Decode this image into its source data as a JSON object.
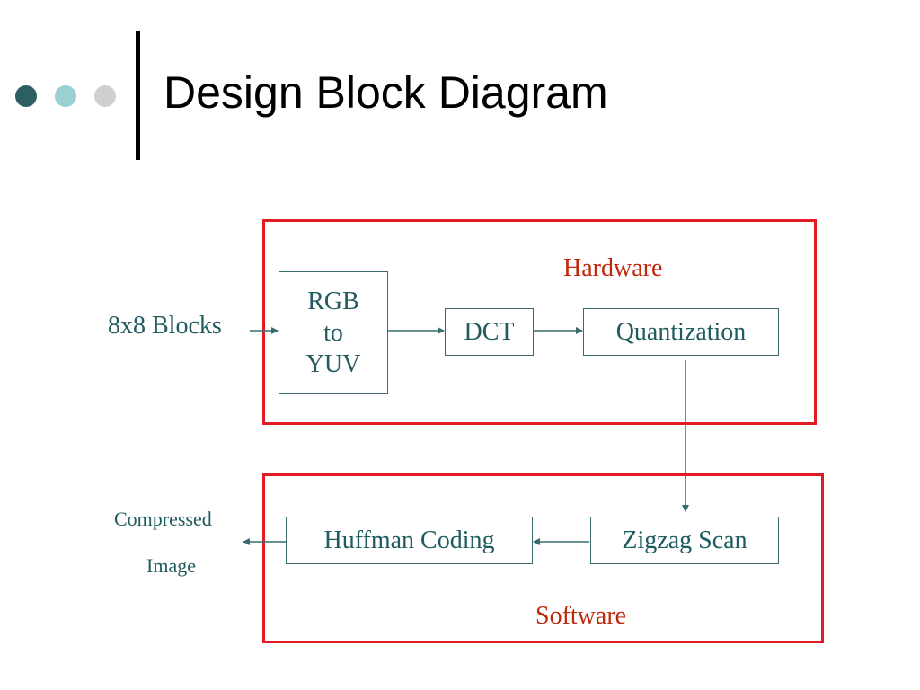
{
  "slide": {
    "title": "Design Block Diagram",
    "bullet_colors": [
      "#2e5e63",
      "#9ccfd2",
      "#cfcfcf"
    ]
  },
  "diagram": {
    "regions": {
      "hardware": "Hardware",
      "software": "Software"
    },
    "blocks": {
      "rgb_to_yuv": "RGB\nto\nYUV",
      "dct": "DCT",
      "quantization": "Quantization",
      "zigzag_scan": "Zigzag Scan",
      "huffman_coding": "Huffman Coding"
    },
    "input_label": "8x8 Blocks",
    "output_label_line1": "Compressed",
    "output_label_line2": "Image",
    "colors": {
      "region_border": "#e01b24",
      "region_label": "#c0280c",
      "block_text": "#1f5b5f",
      "wire": "#3a6b6e"
    }
  }
}
